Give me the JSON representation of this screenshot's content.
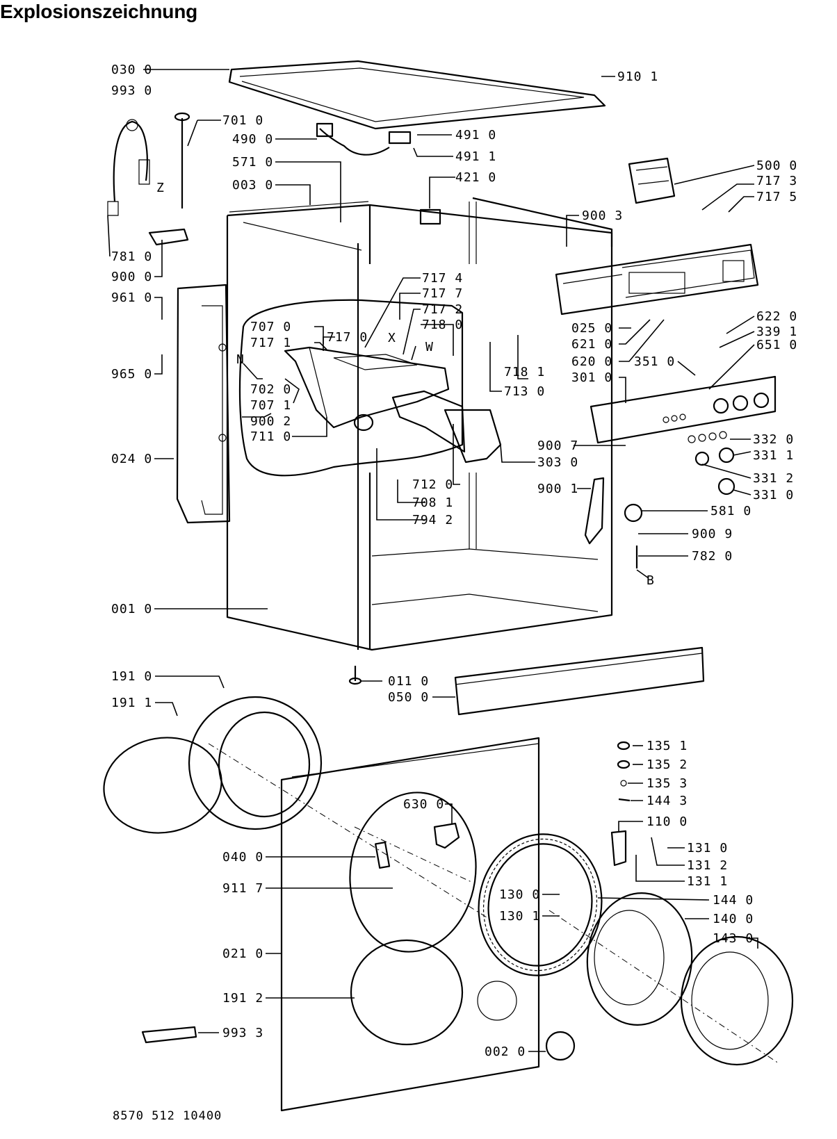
{
  "title": "Explosionszeichnung",
  "footer_code": "8570 512 10400",
  "part_labels": [
    "030 0",
    "993 0",
    "701 0",
    "490 0",
    "571 0",
    "003 0",
    "781 0",
    "900 0",
    "961 0",
    "965 0",
    "024 0",
    "001 0",
    "707 0",
    "717 1",
    "N",
    "702 0",
    "707 1",
    "900 2",
    "711 0",
    "717 4",
    "717 7",
    "717 2",
    "718 0",
    "717 0",
    "X",
    "W",
    "718 1",
    "713 0",
    "712 0",
    "708 1",
    "794 2",
    "303 0",
    "900 7",
    "900 1",
    "910 1",
    "491 0",
    "491 1",
    "421 0",
    "500 0",
    "717 3",
    "717 5",
    "900 3",
    "025 0",
    "621 0",
    "620 0",
    "351 0",
    "622 0",
    "339 1",
    "651 0",
    "301 0",
    "332 0",
    "331 1",
    "331 2",
    "331 0",
    "581 0",
    "900 9",
    "782 0",
    "B",
    "Z",
    "191 0",
    "191 1",
    "011 0",
    "050 0",
    "040 0",
    "630 0",
    "911 7",
    "021 0",
    "191 2",
    "993 3",
    "135 1",
    "135 2",
    "135 3",
    "144 3",
    "110 0",
    "131 0",
    "131 2",
    "131 1",
    "130 0",
    "130 1",
    "144 0",
    "140 0",
    "143 0",
    "002 0"
  ]
}
